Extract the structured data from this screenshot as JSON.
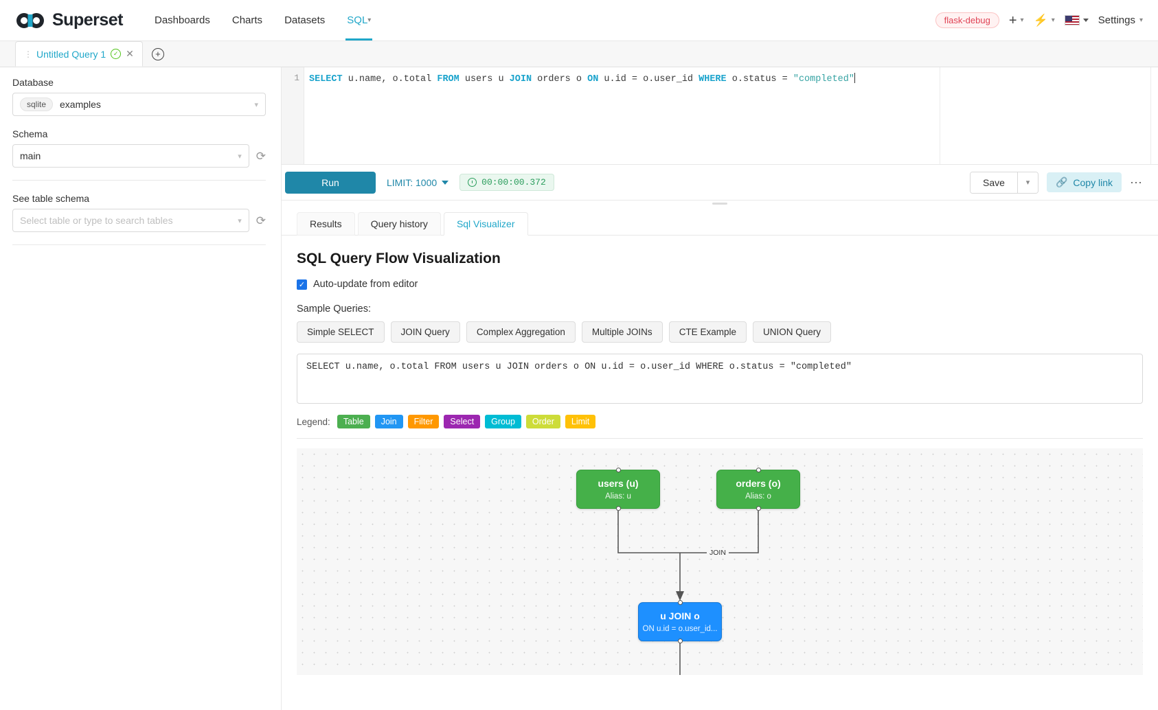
{
  "topnav": {
    "brand": "Superset",
    "links": [
      {
        "label": "Dashboards",
        "active": false
      },
      {
        "label": "Charts",
        "active": false
      },
      {
        "label": "Datasets",
        "active": false
      },
      {
        "label": "SQL",
        "active": true
      }
    ],
    "debug_badge": "flask-debug",
    "settings_label": "Settings"
  },
  "tabbar": {
    "query_tab_label": "Untitled Query 1"
  },
  "left": {
    "database_label": "Database",
    "database_badge": "sqlite",
    "database_value": "examples",
    "schema_label": "Schema",
    "schema_value": "main",
    "table_label": "See table schema",
    "table_placeholder": "Select table or type to search tables"
  },
  "editor": {
    "line_number": "1",
    "sql_parts": {
      "k1": "SELECT",
      "t1": " u.name, o.total ",
      "k2": "FROM",
      "t2": " users u ",
      "k3": "JOIN",
      "t3": " orders o ",
      "k4": "ON",
      "t4": " u.id = o.user_id ",
      "k5": "WHERE",
      "t5": " o.status = ",
      "s1": "\"completed\""
    }
  },
  "toolbar": {
    "run_label": "Run",
    "limit_label": "LIMIT: 1000",
    "timer": "00:00:00.372",
    "save_label": "Save",
    "copy_link_label": "Copy link"
  },
  "result_tabs": [
    {
      "label": "Results",
      "active": false
    },
    {
      "label": "Query history",
      "active": false
    },
    {
      "label": "Sql Visualizer",
      "active": true
    }
  ],
  "visualizer": {
    "title": "SQL Query Flow Visualization",
    "auto_update_label": "Auto-update from editor",
    "auto_update_checked": true,
    "samples_label": "Sample Queries:",
    "sample_buttons": [
      "Simple SELECT",
      "JOIN Query",
      "Complex Aggregation",
      "Multiple JOINs",
      "CTE Example",
      "UNION Query"
    ],
    "sql_text": "SELECT u.name, o.total FROM users u JOIN orders o ON u.id = o.user_id WHERE o.status = \"completed\"",
    "legend_label": "Legend:",
    "legend": [
      {
        "label": "Table",
        "color": "#4caf50"
      },
      {
        "label": "Join",
        "color": "#2196f3"
      },
      {
        "label": "Filter",
        "color": "#ff9800"
      },
      {
        "label": "Select",
        "color": "#9c27b0"
      },
      {
        "label": "Group",
        "color": "#00bcd4"
      },
      {
        "label": "Order",
        "color": "#cddc39"
      },
      {
        "label": "Limit",
        "color": "#ffc107"
      }
    ],
    "flow": {
      "nodes": [
        {
          "id": "users",
          "title": "users (u)",
          "sub": "Alias: u",
          "type": "table"
        },
        {
          "id": "orders",
          "title": "orders (o)",
          "sub": "Alias: o",
          "type": "table"
        },
        {
          "id": "join",
          "title": "u JOIN o",
          "sub": "ON u.id = o.user_id...",
          "type": "join"
        }
      ],
      "edge_label": "JOIN"
    }
  }
}
